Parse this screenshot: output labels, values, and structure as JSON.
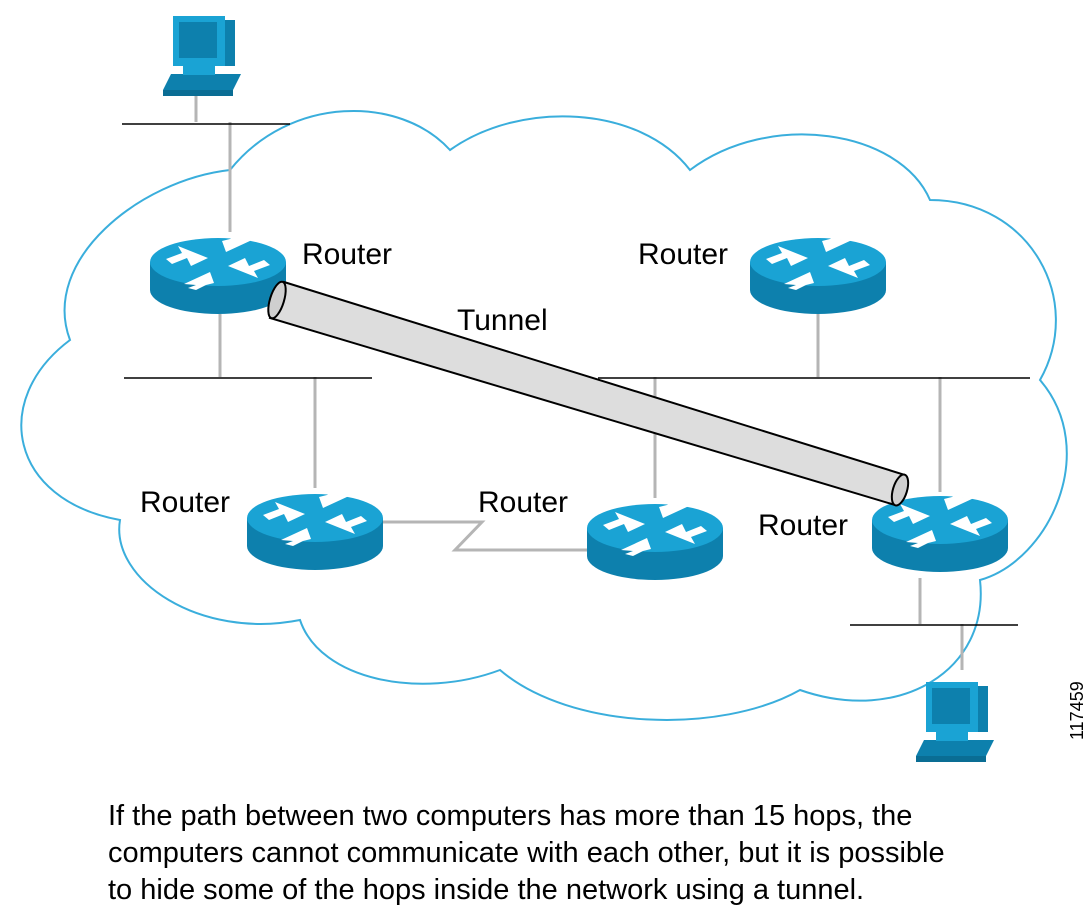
{
  "diagram": {
    "routers": [
      {
        "id": "r1",
        "label": "Router"
      },
      {
        "id": "r2",
        "label": "Router"
      },
      {
        "id": "r3",
        "label": "Router"
      },
      {
        "id": "r4",
        "label": "Router"
      },
      {
        "id": "r5",
        "label": "Router"
      }
    ],
    "tunnel_label": "Tunnel",
    "figure_id": "117459",
    "computer_icons": [
      "computer-icon",
      "computer-icon"
    ],
    "router_icon": "router-icon",
    "colors": {
      "device": "#1aa3d4",
      "device_dark": "#0d80ad",
      "line": "#b5b5b5",
      "tunnel": "#dddddd"
    }
  },
  "caption": {
    "lines": [
      "If the path between two computers has more than 15 hops, the",
      "computers cannot communicate with each other, but it is possible",
      "to hide some of the hops inside the network using a tunnel."
    ]
  }
}
